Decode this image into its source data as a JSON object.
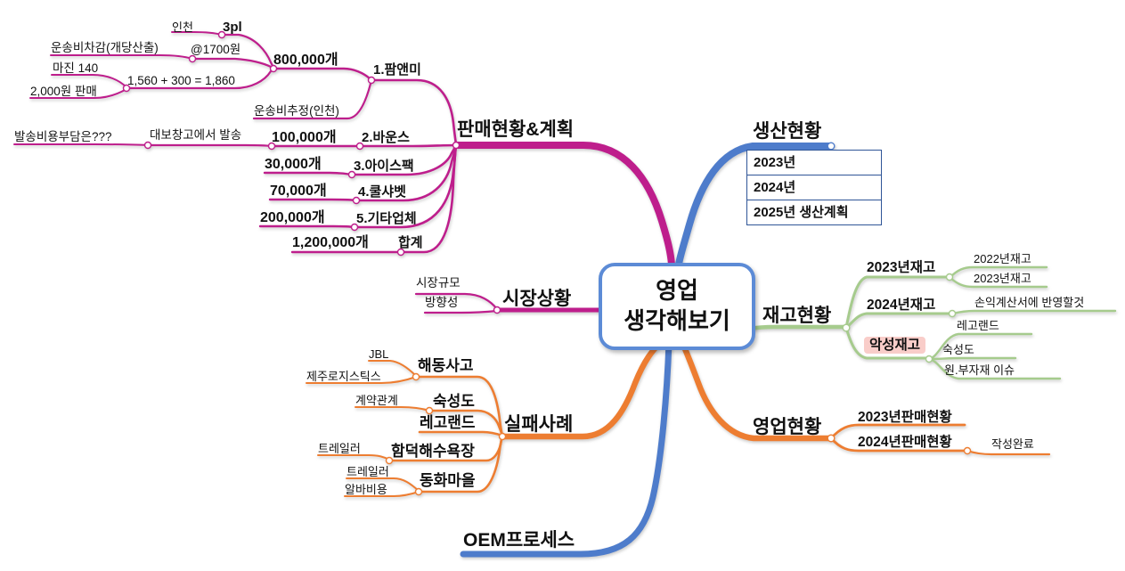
{
  "center": {
    "line1": "영업",
    "line2": "생각해보기"
  },
  "colors": {
    "magenta": "#BE1E8C",
    "blue": "#4E7CCB",
    "center_border": "#5C8BD6",
    "orange": "#ED7D31",
    "green": "#A6CB8D",
    "table_border": "#2F5597",
    "bad_stock_highlight": "#F9CDC9",
    "text": "#111111"
  },
  "sales_plan": {
    "label": "판매현황&계획",
    "pamenmi": {
      "label": "1.팜앤미",
      "qty": "800,000개",
      "threepl": "3pl",
      "incheon": "인천",
      "unit_cost": "@1700원",
      "freight_deduct": "운송비차감(개당산출)",
      "formula": "1,560 + 300 = 1,860",
      "margin": "마진 140",
      "sell_price": "2,000원 판매",
      "freight_estimate": "운송비추정(인천)"
    },
    "bounce": {
      "label": "2.바운스",
      "qty": "100,000개",
      "warehouse": "대보창고에서 발송",
      "cost_question": "발송비용부담은???"
    },
    "icepack": {
      "label": "3.아이스팩",
      "qty": "30,000개"
    },
    "coolsorbet": {
      "label": "4.쿨샤벳",
      "qty": "70,000개"
    },
    "others": {
      "label": "5.기타업체",
      "qty": "200,000개"
    },
    "total": {
      "label": "합계",
      "qty": "1,200,000개"
    }
  },
  "production": {
    "label": "생산현황",
    "rows": [
      "2023년",
      "2024년",
      "2025년 생산계획"
    ]
  },
  "market": {
    "label": "시장상황",
    "size": "시장규모",
    "direction": "방향성"
  },
  "inventory": {
    "label": "재고현황",
    "y2023": {
      "label": "2023년재고",
      "c2022": "2022년재고",
      "c2023": "2023년재고"
    },
    "y2024": {
      "label": "2024년재고",
      "note": "손익계산서에 반영할것"
    },
    "bad": {
      "label": "악성재고",
      "lego": "레고랜드",
      "aging": "숙성도",
      "materials": "원.부자재 이슈"
    }
  },
  "sales_status": {
    "label": "영업현황",
    "y2023": "2023년판매현황",
    "y2024": "2024년판매현황",
    "done": "작성완료"
  },
  "failures": {
    "label": "실패사례",
    "thaw": {
      "label": "해동사고",
      "jbl": "JBL",
      "jeju": "제주로지스틱스"
    },
    "aging": {
      "label": "숙성도",
      "contract": "계약관계"
    },
    "lego": {
      "label": "레고랜드"
    },
    "hamdeok": {
      "label": "함덕해수욕장",
      "trailer": "트레일러"
    },
    "donghwa": {
      "label": "동화마을",
      "trailer": "트레일러",
      "labor": "알바비용"
    }
  },
  "oem": {
    "label": "OEM프로세스"
  }
}
